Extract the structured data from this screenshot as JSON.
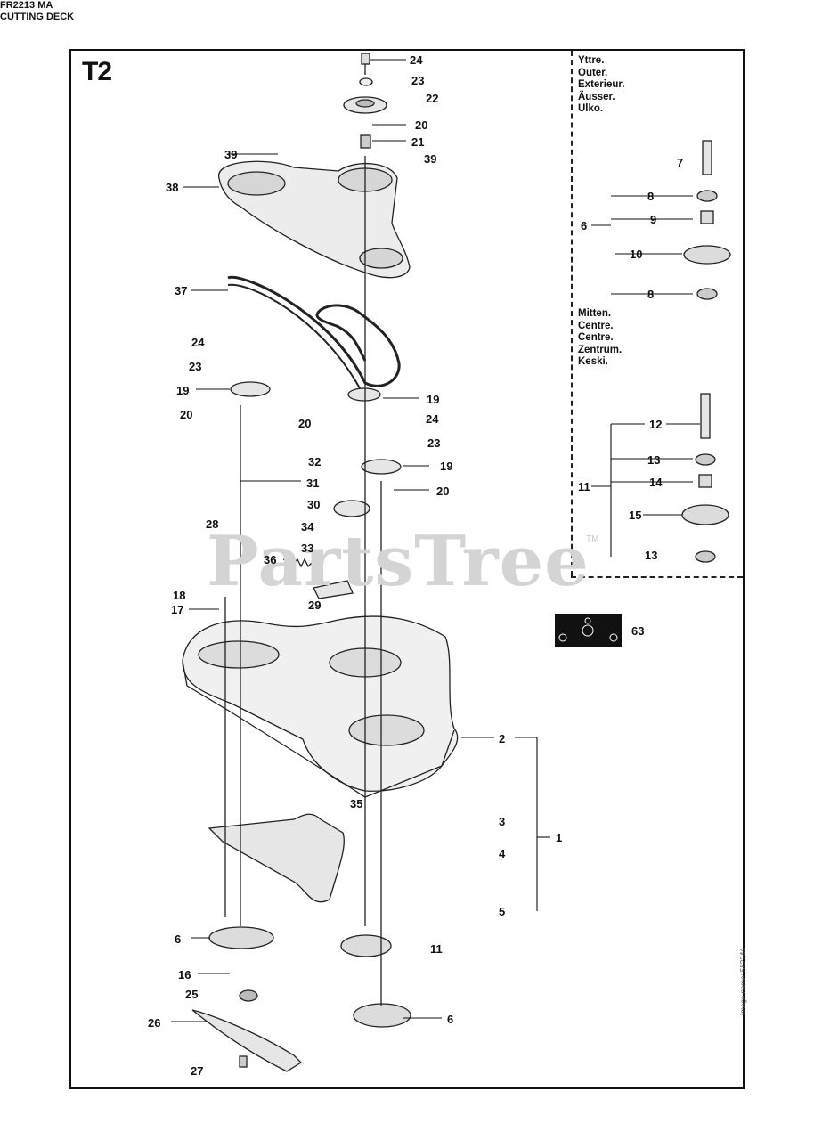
{
  "header": {
    "section_code": "T2",
    "model_line1": "FR2213 MA",
    "model_line2": "CUTTING DECK"
  },
  "variants": {
    "outer": [
      "Yttre.",
      "Outer.",
      "Exterieur.",
      "Äusser.",
      "Ulko."
    ],
    "middle": [
      "Mitten.",
      "Centre.",
      "Centre.",
      "Zentrum.",
      "Keski."
    ]
  },
  "callouts": [
    {
      "id": "c24a",
      "label": "24"
    },
    {
      "id": "c23a",
      "label": "23"
    },
    {
      "id": "c22",
      "label": "22"
    },
    {
      "id": "c20a",
      "label": "20"
    },
    {
      "id": "c21",
      "label": "21"
    },
    {
      "id": "c39a",
      "label": "39"
    },
    {
      "id": "c39b",
      "label": "39"
    },
    {
      "id": "c38",
      "label": "38"
    },
    {
      "id": "c37",
      "label": "37"
    },
    {
      "id": "c24b",
      "label": "24"
    },
    {
      "id": "c23b",
      "label": "23"
    },
    {
      "id": "c19a",
      "label": "19"
    },
    {
      "id": "c20b",
      "label": "20"
    },
    {
      "id": "c20c",
      "label": "20"
    },
    {
      "id": "c19b",
      "label": "19"
    },
    {
      "id": "c24c",
      "label": "24"
    },
    {
      "id": "c23c",
      "label": "23"
    },
    {
      "id": "c32",
      "label": "32"
    },
    {
      "id": "c19c",
      "label": "19"
    },
    {
      "id": "c31",
      "label": "31"
    },
    {
      "id": "c20d",
      "label": "20"
    },
    {
      "id": "c30",
      "label": "30"
    },
    {
      "id": "c28",
      "label": "28"
    },
    {
      "id": "c34",
      "label": "34"
    },
    {
      "id": "c33",
      "label": "33"
    },
    {
      "id": "c36",
      "label": "36"
    },
    {
      "id": "c18",
      "label": "18"
    },
    {
      "id": "c29",
      "label": "29"
    },
    {
      "id": "c17",
      "label": "17"
    },
    {
      "id": "c2",
      "label": "2"
    },
    {
      "id": "c35",
      "label": "35"
    },
    {
      "id": "c3",
      "label": "3"
    },
    {
      "id": "c1",
      "label": "1"
    },
    {
      "id": "c4",
      "label": "4"
    },
    {
      "id": "c5",
      "label": "5"
    },
    {
      "id": "c6a",
      "label": "6"
    },
    {
      "id": "c11a",
      "label": "11"
    },
    {
      "id": "c16",
      "label": "16"
    },
    {
      "id": "c25",
      "label": "25"
    },
    {
      "id": "c6b",
      "label": "6"
    },
    {
      "id": "c26",
      "label": "26"
    },
    {
      "id": "c27",
      "label": "27"
    },
    {
      "id": "c63",
      "label": "63"
    },
    {
      "id": "c7",
      "label": "7"
    },
    {
      "id": "c8a",
      "label": "8"
    },
    {
      "id": "c6c",
      "label": "6"
    },
    {
      "id": "c9",
      "label": "9"
    },
    {
      "id": "c10",
      "label": "10"
    },
    {
      "id": "c8b",
      "label": "8"
    },
    {
      "id": "c12",
      "label": "12"
    },
    {
      "id": "c13a",
      "label": "13"
    },
    {
      "id": "c11b",
      "label": "11"
    },
    {
      "id": "c14",
      "label": "14"
    },
    {
      "id": "c15",
      "label": "15"
    },
    {
      "id": "c13b",
      "label": "13"
    }
  ],
  "watermark": "PartsTree",
  "trademark": "TM",
  "image_number": "Image name: 582244"
}
